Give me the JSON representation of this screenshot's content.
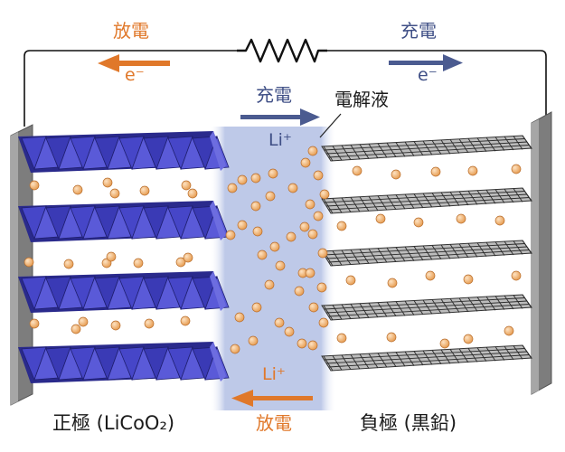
{
  "labels": {
    "discharge_top": "放電",
    "charge_top": "充電",
    "electron_left": "e⁻",
    "electron_right": "e⁻",
    "charge_mid": "充電",
    "electrolyte": "電解液",
    "li_top": "Li⁺",
    "li_bottom": "Li⁺",
    "discharge_bottom": "放電",
    "cathode": "正極 (LiCoO₂)",
    "anode": "負極 (黒鉛)"
  },
  "colors": {
    "discharge": "#e0782a",
    "charge": "#3f4f86",
    "cathode_layer": "#3a3ab0",
    "anode_layer": "#444444",
    "electrolyte": "#b7c3e6",
    "ion": "#f2b26e",
    "electrode_plate": "#8c8c8c"
  },
  "icons": {
    "resistor": "resistor-icon",
    "left_arrow": "arrow-left-icon",
    "right_arrow": "arrow-right-icon"
  }
}
